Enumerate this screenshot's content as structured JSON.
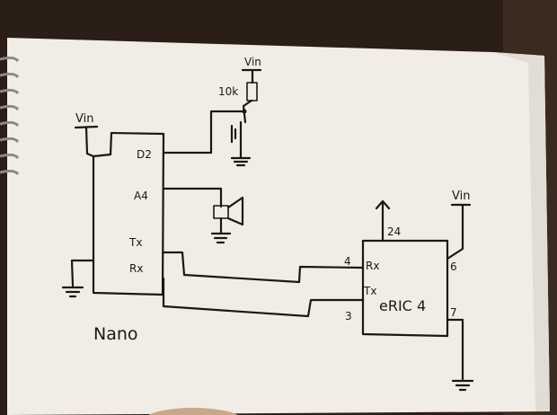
{
  "colors": {
    "paper": "#f1ede6",
    "paper_shade": "#d9d3ca",
    "ink": "#1b1712",
    "background": "#2a1e17"
  },
  "diagram": {
    "power_labels": [
      "Vin",
      "Vin",
      "Vin"
    ],
    "resistor_label": "10k",
    "nano": {
      "name": "Nano",
      "pins": {
        "d2": "D2",
        "a4": "A4",
        "tx": "Tx",
        "rx": "Rx"
      }
    },
    "eric": {
      "name": "eRIC 4",
      "pins": {
        "rx": "Rx",
        "tx": "Tx"
      },
      "pin_numbers": {
        "antenna": "24",
        "rx": "4",
        "tx": "3",
        "vin": "6",
        "gnd": "7"
      }
    }
  }
}
